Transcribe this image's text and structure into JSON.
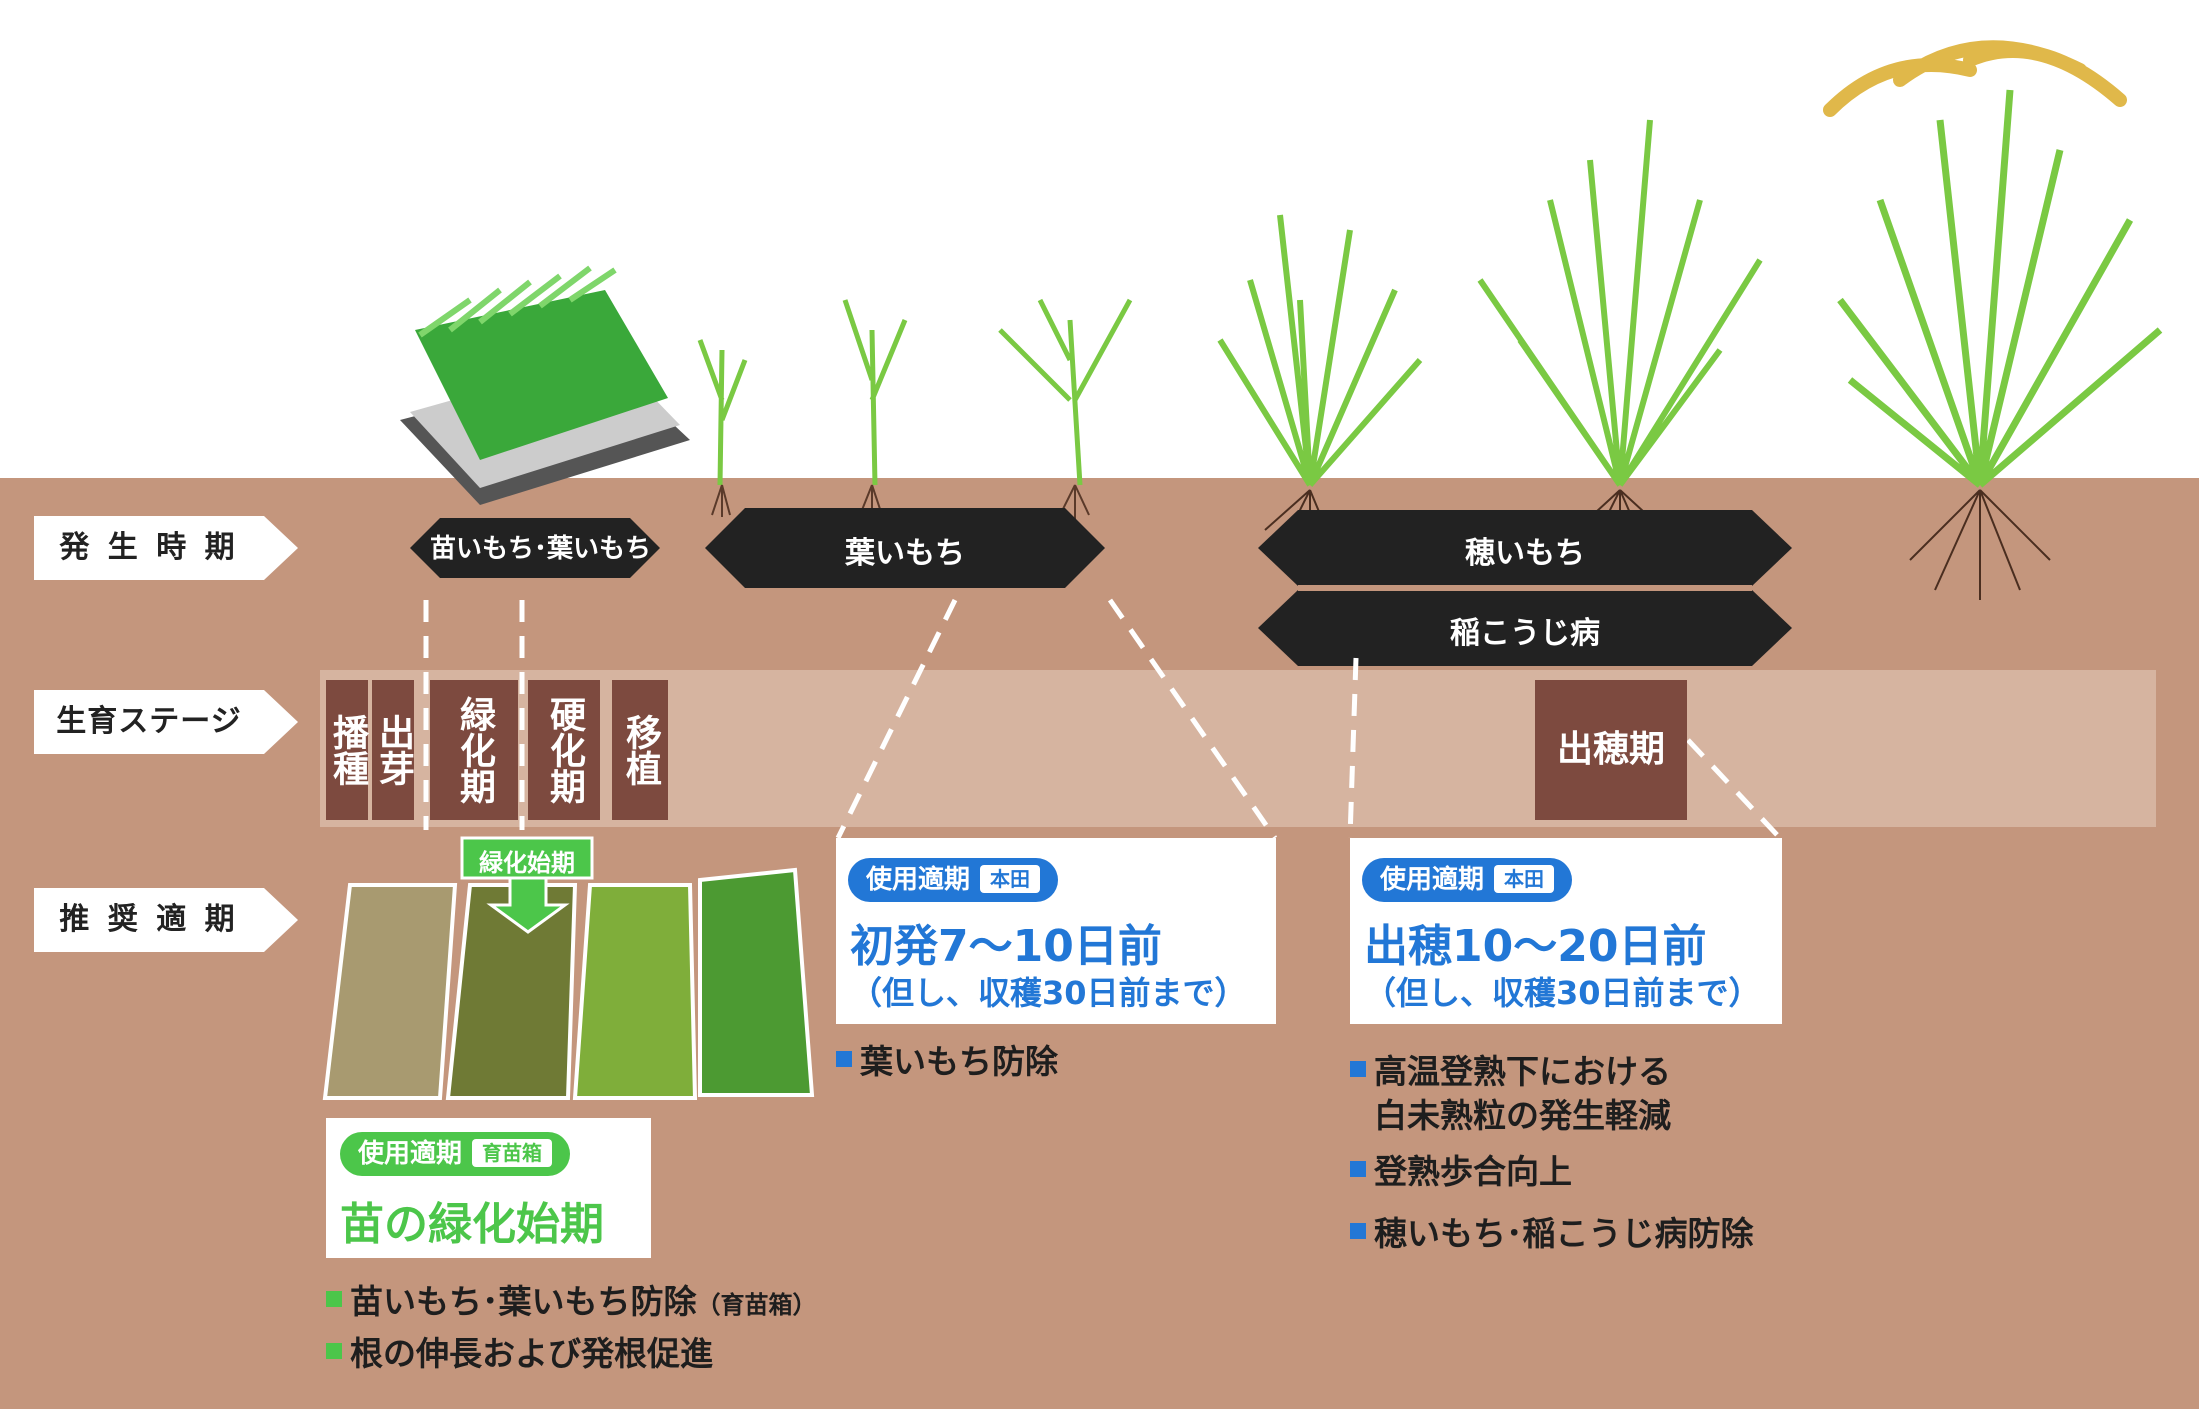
{
  "rows": {
    "occurrence": "発 生 時 期",
    "growth_stage": "生育ステージ",
    "recommended": "推 奨 適 期"
  },
  "occurrence_arrows": {
    "nursery_blast": "苗いもち･葉いもち",
    "leaf_blast": "葉いもち",
    "panicle_blast": "穂いもち",
    "false_smut": "稲こうじ病"
  },
  "stages": {
    "sowing": "播種",
    "emergence": "出芽",
    "greening": "緑化期",
    "hardening": "硬化期",
    "transplant": "移植",
    "heading": "出穂期"
  },
  "greening_marker": "緑化始期",
  "callouts": {
    "nursery": {
      "pill": "使用適期",
      "pill_sub": "育苗箱",
      "timing": "苗の緑化始期",
      "bullets": [
        {
          "text": "苗いもち･葉いもち防除",
          "note": "（育苗箱）"
        },
        {
          "text": "根の伸長および発根促進",
          "note": ""
        }
      ]
    },
    "field_leaf": {
      "pill": "使用適期",
      "pill_sub": "本田",
      "timing": "初発7～10日前",
      "timing_note": "（但し、収穫30日前まで）",
      "bullets": [
        "葉いもち防除"
      ]
    },
    "field_heading": {
      "pill": "使用適期",
      "pill_sub": "本田",
      "timing": "出穂10～20日前",
      "timing_note": "（但し、収穫30日前まで）",
      "bullets": [
        "高温登熟下における",
        "白未熟粒の発生軽減",
        "登熟歩合向上",
        "穂いもち･稲こうじ病防除"
      ]
    }
  },
  "colors": {
    "soil": "#c4967d",
    "stage_band": "#d6b4a0",
    "stage_box": "#7d4a3f",
    "arrow": "#222222",
    "green_accent": "#4cc64a",
    "blue_accent": "#2277d6"
  }
}
